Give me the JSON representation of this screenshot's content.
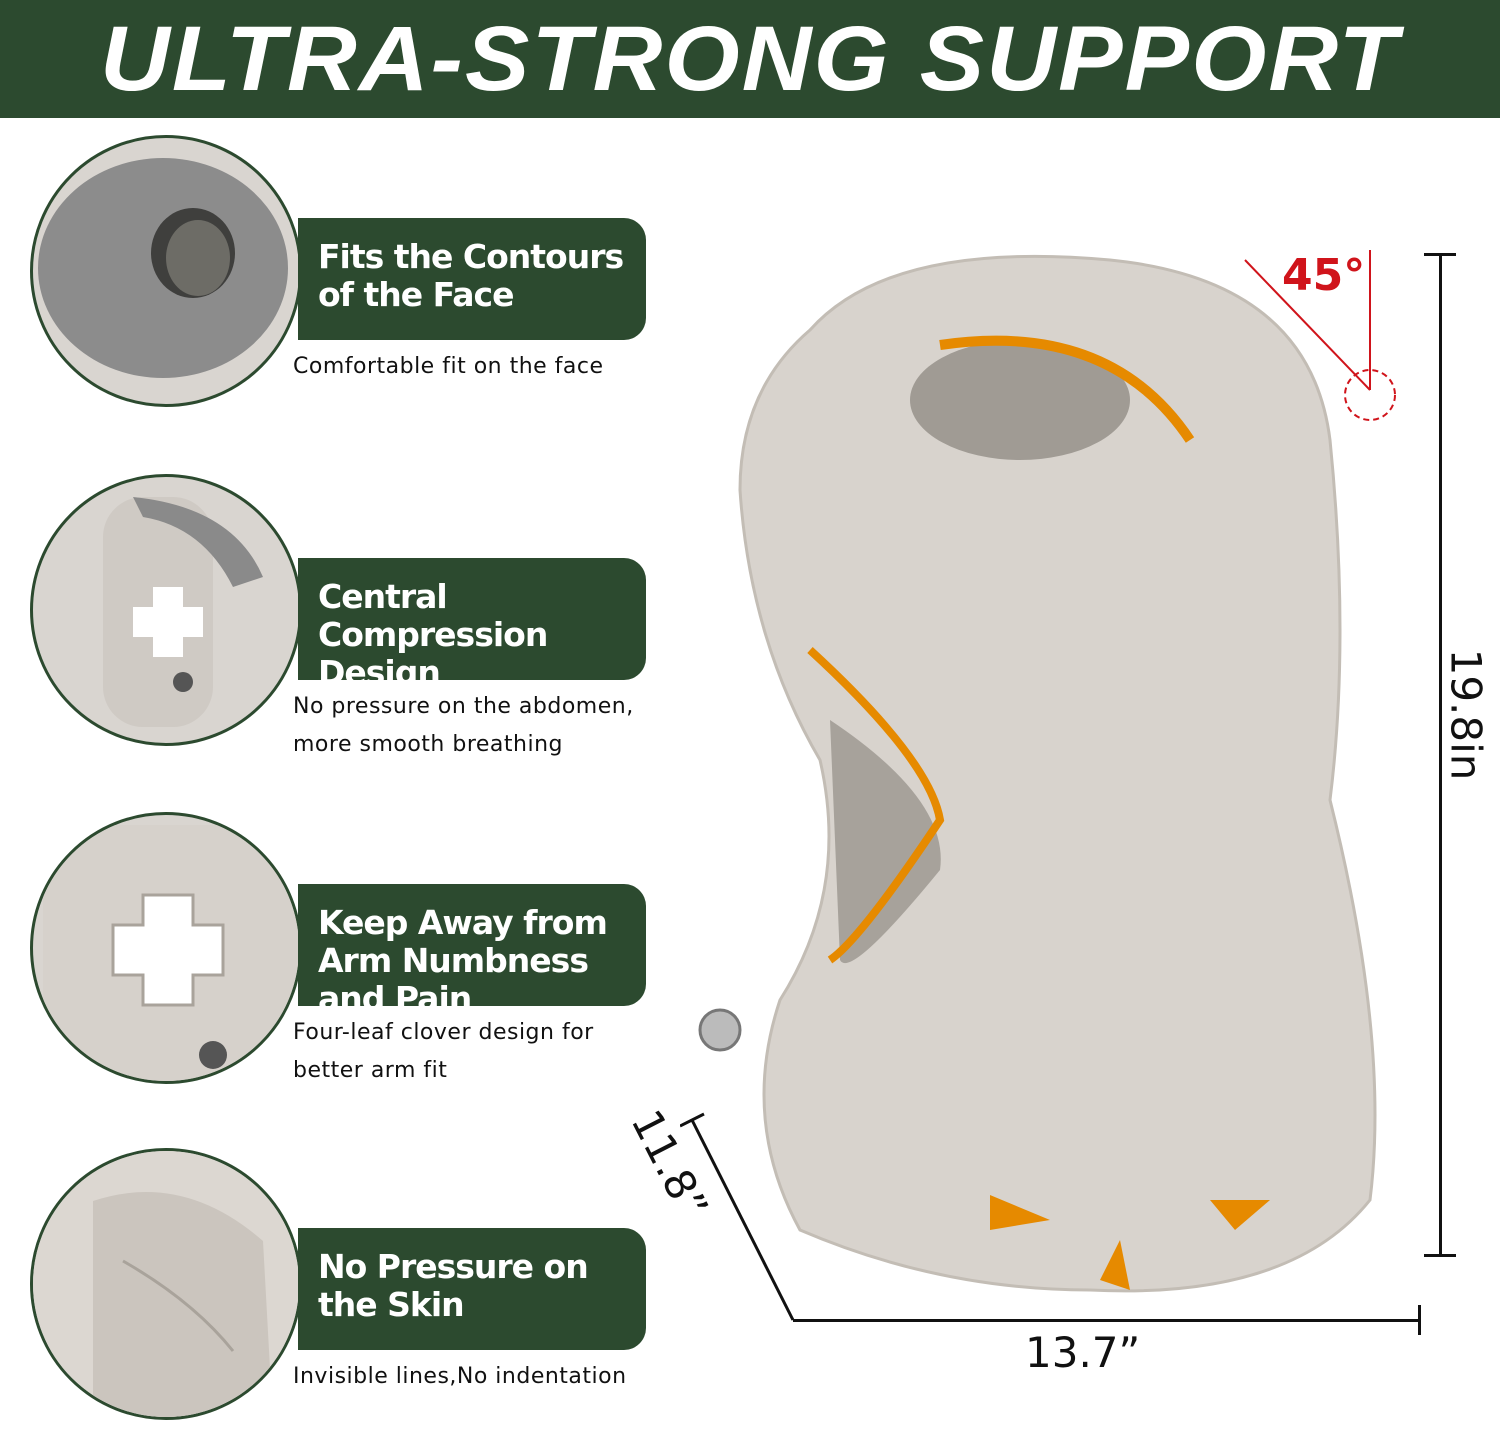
{
  "title": "ULTRA-STRONG SUPPORT",
  "features": [
    {
      "heading": "Fits the Contours of the Face",
      "description": "Comfortable fit on the face"
    },
    {
      "heading": "Central Compression Design",
      "description": "No pressure on the abdomen, more smooth breathing"
    },
    {
      "heading": "Keep Away from Arm Numbness and Pain",
      "description": "Four-leaf clover design for better arm fit"
    },
    {
      "heading": "No Pressure on the Skin",
      "description": "Invisible lines,No indentation"
    }
  ],
  "dimensions": {
    "height": "19.8in",
    "width": "13.7”",
    "depth": "11.8”",
    "angle": "45°"
  },
  "colors": {
    "brand": "#2c4a2f",
    "accent": "#e68a00",
    "angle": "#d0141b"
  }
}
